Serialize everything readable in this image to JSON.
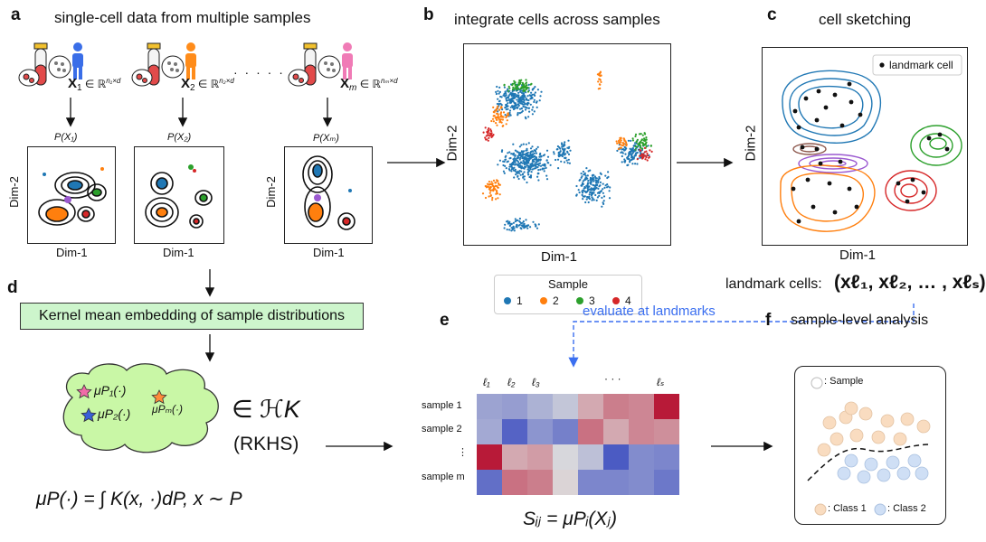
{
  "panels": {
    "a": {
      "letter": "a",
      "title": "single-cell data from multiple samples",
      "samples": [
        {
          "x_label": "X",
          "sub": "1",
          "space": "∈ ℝ",
          "dims": "n₁×d",
          "p_label": "P(X₁)"
        },
        {
          "x_label": "X",
          "sub": "2",
          "space": "∈ ℝ",
          "dims": "n₂×d",
          "p_label": "P(X₂)"
        },
        {
          "x_label": "X",
          "sub": "m",
          "space": "∈ ℝ",
          "dims": "nₘ×d",
          "p_label": "P(Xₘ)"
        }
      ],
      "ellipsis": "· · · · · ·",
      "dim1": "Dim-1",
      "dim2": "Dim-2"
    },
    "b": {
      "letter": "b",
      "title": "integrate cells across samples",
      "dim1": "Dim-1",
      "dim2": "Dim-2",
      "legend_title": "Sample",
      "legend_items": [
        "1",
        "2",
        "3",
        "4"
      ]
    },
    "c": {
      "letter": "c",
      "title": "cell sketching",
      "dim1": "Dim-1",
      "dim2": "Dim-2",
      "legend_item": "landmark cell",
      "landmark_caption": "landmark cells:",
      "landmark_tuple": "(xℓ₁, xℓ₂, … , xℓₛ)"
    },
    "d": {
      "letter": "d",
      "kme_label": "Kernel mean embedding of sample distributions",
      "mu1": "μP₁(·)",
      "mu2": "μP₂(·)",
      "mum": "μPₘ(·)",
      "in_hk": "∈ ℋK",
      "rkhs": "(RKHS)",
      "formula": "μP(·) = ∫ K(x, ·)dP,  x ∼ P"
    },
    "e": {
      "letter": "e",
      "arrow_label": "evaluate at landmarks",
      "col_labels": [
        "ℓ₁",
        "ℓ₂",
        "ℓ₃",
        "· · ·",
        "ℓₛ"
      ],
      "row_labels": [
        "sample 1",
        "sample 2",
        "⋮",
        "sample m"
      ],
      "formula": "Sᵢⱼ = μPᵢ(Xⱼ)"
    },
    "f": {
      "letter": "f",
      "title": "sample-level analysis",
      "sample_label": ": Sample",
      "class1_label": ": Class 1",
      "class2_label": ": Class 2"
    }
  },
  "colors": {
    "sample1": "#1f77b4",
    "sample2": "#ff7f0e",
    "sample3": "#2ca02c",
    "sample4": "#d62728",
    "purple": "#9b59d0",
    "brown": "#8c564b",
    "kme_fill": "#cdf5cc",
    "cloud_fill": "#c9f7a6",
    "dashed_arrow": "#3b6ff0",
    "class1": "#f9dcc0",
    "class2": "#cfdff5"
  },
  "heatmap": {
    "rows": 4,
    "cols": 8,
    "values": [
      [
        0.3,
        0.28,
        0.35,
        0.42,
        0.62,
        0.72,
        0.7,
        0.95
      ],
      [
        0.32,
        0.08,
        0.25,
        0.18,
        0.75,
        0.62,
        0.7,
        0.68
      ],
      [
        0.95,
        0.62,
        0.65,
        0.48,
        0.4,
        0.05,
        0.22,
        0.2
      ],
      [
        0.12,
        0.75,
        0.72,
        0.52,
        0.2,
        0.2,
        0.22,
        0.15
      ]
    ]
  }
}
